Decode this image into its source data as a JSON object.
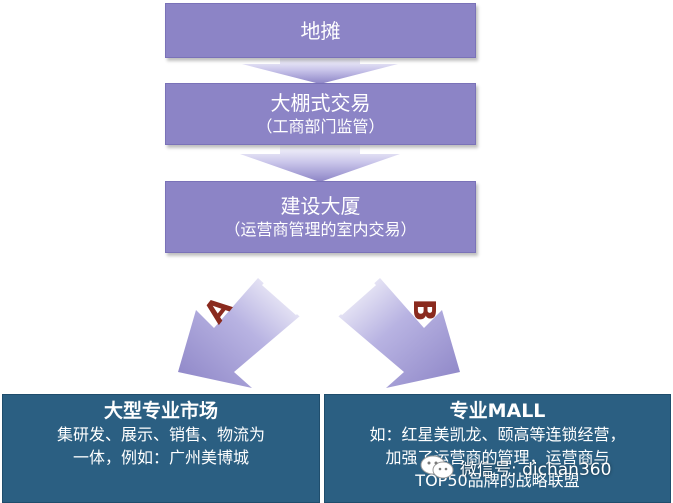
{
  "flow": {
    "box1": {
      "title": "地摊"
    },
    "box2": {
      "title": "大棚式交易",
      "subtitle": "（工商部门监管）"
    },
    "box3": {
      "title": "建设大厦",
      "subtitle": "（运营商管理的室内交易）"
    }
  },
  "branches": {
    "a": {
      "letter": "A"
    },
    "b": {
      "letter": "B"
    }
  },
  "panels": {
    "left": {
      "heading": "大型专业市场",
      "lines": [
        "集研发、展示、销售、物流为",
        "一体，例如：广州美博城"
      ]
    },
    "right": {
      "heading": "专业MALL",
      "lines": [
        "如：红星美凯龙、颐高等连锁经营，",
        "加强了运营商的管理，运营商与",
        "TOP50品牌的战略联盟"
      ]
    }
  },
  "watermark": {
    "text": "微信号: dichan360"
  },
  "colors": {
    "box": "#8c84c6",
    "arrow": "#8c84c6",
    "panel": "#2b5f82"
  }
}
